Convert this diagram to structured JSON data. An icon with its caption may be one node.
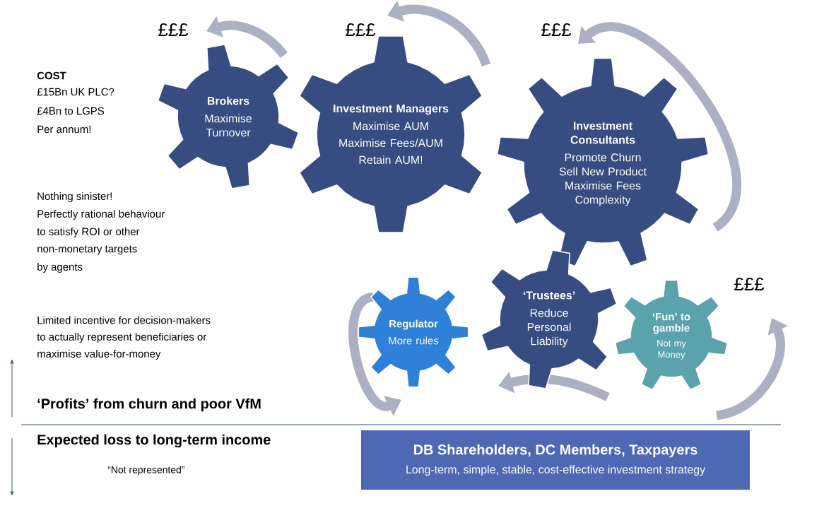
{
  "diagram": {
    "nodes": [
      {
        "text": [
          "Brokers",
          "Maximise Turnover"
        ]
      },
      {
        "text": [
          "Investment Managers",
          "Maximise AUM",
          "Maximise Fees/AUM",
          "Retain AUM!"
        ]
      },
      {
        "text": [
          "Investment Consultants",
          "Promote Churn",
          "Sell New Product",
          "Maximise Fees",
          "Complexity"
        ]
      },
      {
        "text": [
          "Regulator",
          "More rules"
        ]
      },
      {
        "text": [
          "‘Trustees’",
          "Reduce Personal Liability"
        ]
      },
      {
        "text": [
          "‘Fun’ to gamble",
          "Not my Money"
        ]
      },
      {
        "text": [
          "DB Shareholders, DC Members, Taxpayers",
          "Long-term, simple, stable, cost-effective investment strategy"
        ]
      }
    ],
    "labels": [
      "£££",
      "£££",
      "£££",
      "COST",
      "£15Bn UK PLC?",
      "£4Bn to LGPS",
      "Per annum!",
      "Nothing sinister!",
      "Perfectly rational behaviour",
      "to satisfy ROI  or other",
      "non-monetary targets",
      "by agents",
      "£££",
      "Limited incentive for decision-makers",
      "to actually represent beneficiaries or",
      "maximise value-for-money",
      "‘Profits’ from churn and poor VfM",
      "Expected loss to long-term income",
      "“Not represented”"
    ]
  }
}
